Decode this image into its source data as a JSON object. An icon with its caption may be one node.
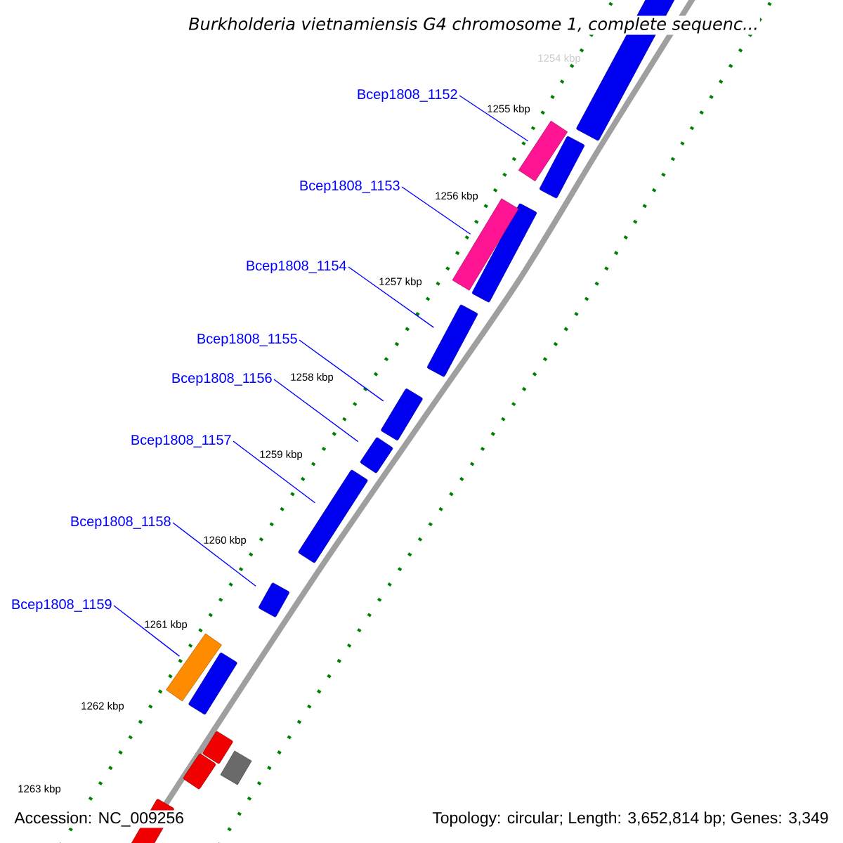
{
  "diagram": {
    "title": "Burkholderia vietnamiensis G4 chromosome 1, complete sequenc...",
    "nodes": [
      {
        "text": [
          "Bcep1808_1152"
        ]
      },
      {
        "text": [
          "Bcep1808_1153"
        ]
      },
      {
        "text": [
          "Bcep1808_1154"
        ]
      },
      {
        "text": [
          "Bcep1808_1155"
        ]
      },
      {
        "text": [
          "Bcep1808_1156"
        ]
      },
      {
        "text": [
          "Bcep1808_1157"
        ]
      },
      {
        "text": [
          "Bcep1808_1158"
        ]
      },
      {
        "text": [
          "Bcep1808_1159"
        ]
      },
      {
        "text": [],
        "shape": "box"
      },
      {
        "text": [],
        "shape": "box"
      },
      {
        "text": [],
        "shape": "arrow"
      },
      {
        "text": [],
        "shape": "arrow"
      },
      {
        "text": [],
        "shape": "arrow"
      },
      {
        "text": [],
        "shape": "arrow"
      },
      {
        "text": [],
        "shape": "arrow"
      },
      {
        "text": [],
        "shape": "box"
      }
    ],
    "edges": [
      {
        "from": 0,
        "to": 8,
        "arrow": "none"
      },
      {
        "from": 1,
        "to": 9,
        "arrow": "none"
      },
      {
        "from": 2,
        "to": 10,
        "arrow": "none"
      },
      {
        "from": 3,
        "to": 11,
        "arrow": "none"
      },
      {
        "from": 4,
        "to": 12,
        "arrow": "none"
      },
      {
        "from": 5,
        "to": 13,
        "arrow": "none"
      },
      {
        "from": 6,
        "to": 14,
        "arrow": "none"
      },
      {
        "from": 7,
        "to": 15,
        "arrow": "none"
      }
    ],
    "labels": [
      "1254 kbp",
      "1255 kbp",
      "1256 kbp",
      "1257 kbp",
      "1258 kbp",
      "1259 kbp",
      "1260 kbp",
      "1261 kbp",
      "1262 kbp",
      "1263 kbp",
      "Accession: NC_009256",
      "Topology: circular; Length: 3,652,814 bp; Genes: 3,349"
    ]
  }
}
